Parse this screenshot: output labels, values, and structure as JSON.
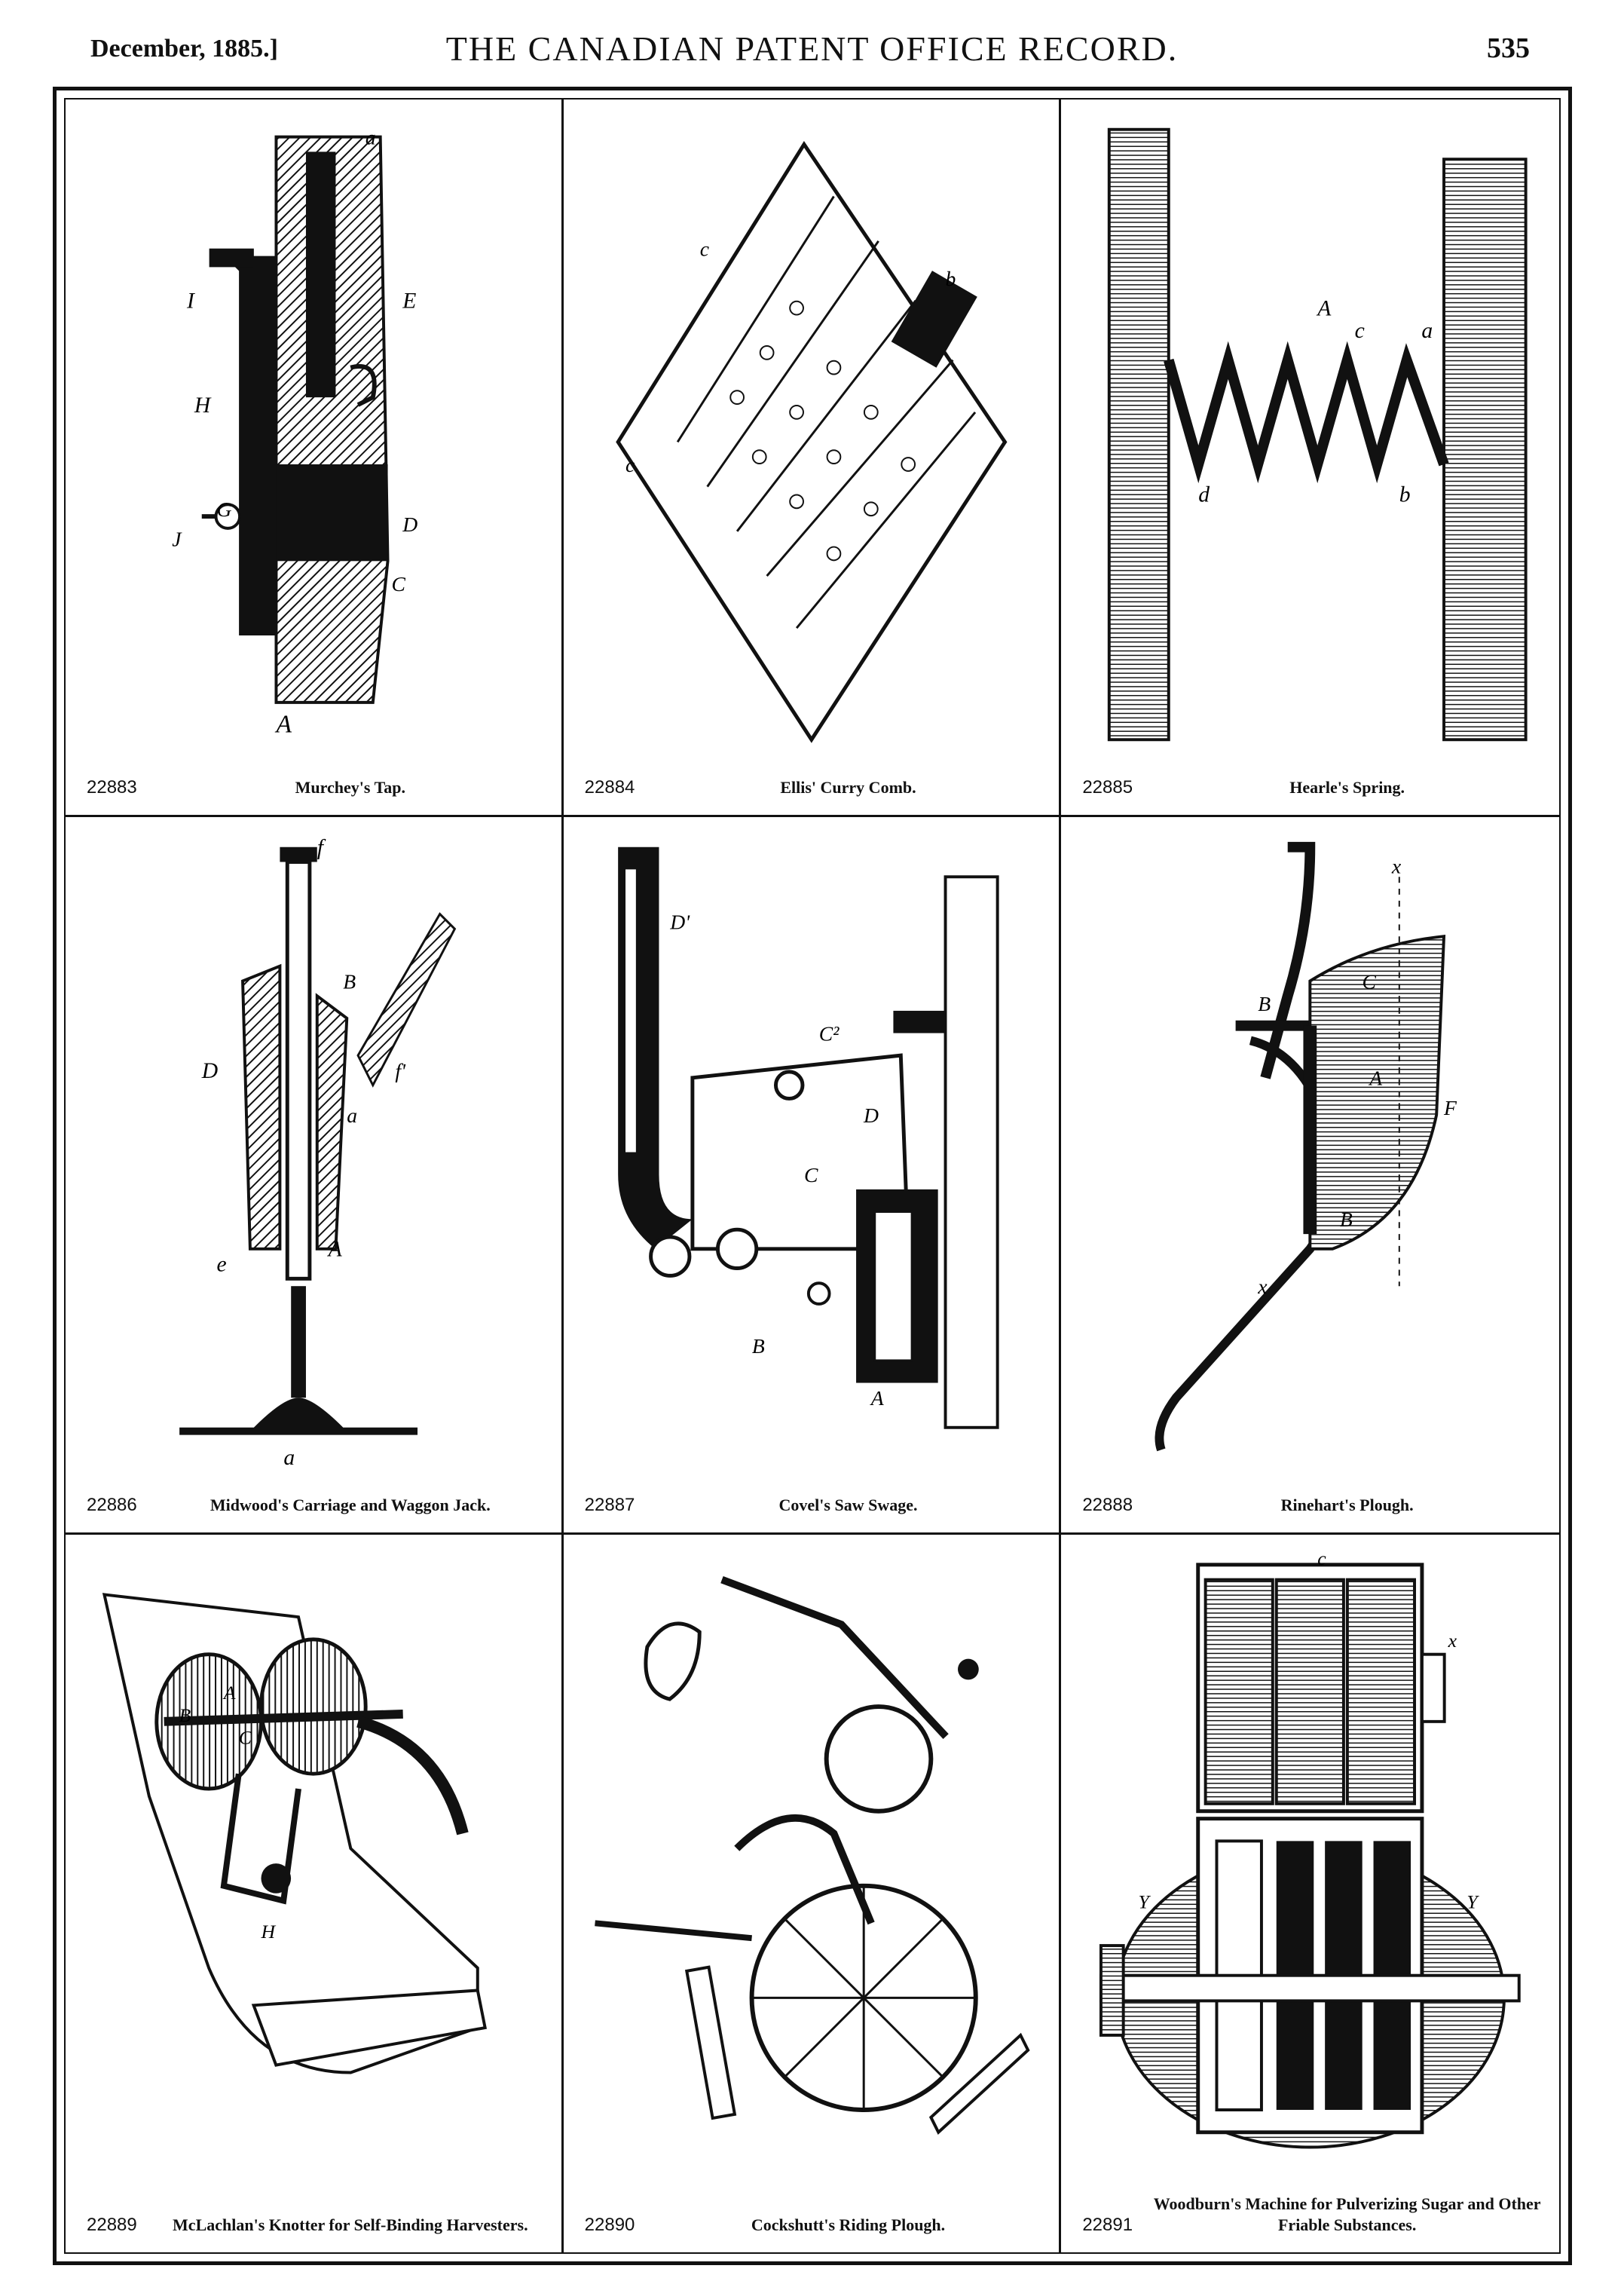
{
  "header": {
    "date": "December, 1885.]",
    "title": "THE CANADIAN PATENT OFFICE RECORD.",
    "page_number": "535"
  },
  "patents": [
    {
      "number": "22883",
      "title": "Murchey's Tap."
    },
    {
      "number": "22884",
      "title": "Ellis' Curry Comb."
    },
    {
      "number": "22885",
      "title": "Hearle's Spring."
    },
    {
      "number": "22886",
      "title": "Midwood's Carriage and Waggon Jack."
    },
    {
      "number": "22887",
      "title": "Covel's Saw Swage."
    },
    {
      "number": "22888",
      "title": "Rinehart's Plough."
    },
    {
      "number": "22889",
      "title": "McLachlan's Knotter for Self-Binding Harvesters."
    },
    {
      "number": "22890",
      "title": "Cockshutt's Riding Plough."
    },
    {
      "number": "22891",
      "title": "Woodburn's Machine for Pulverizing Sugar and Other Friable Substances."
    }
  ]
}
